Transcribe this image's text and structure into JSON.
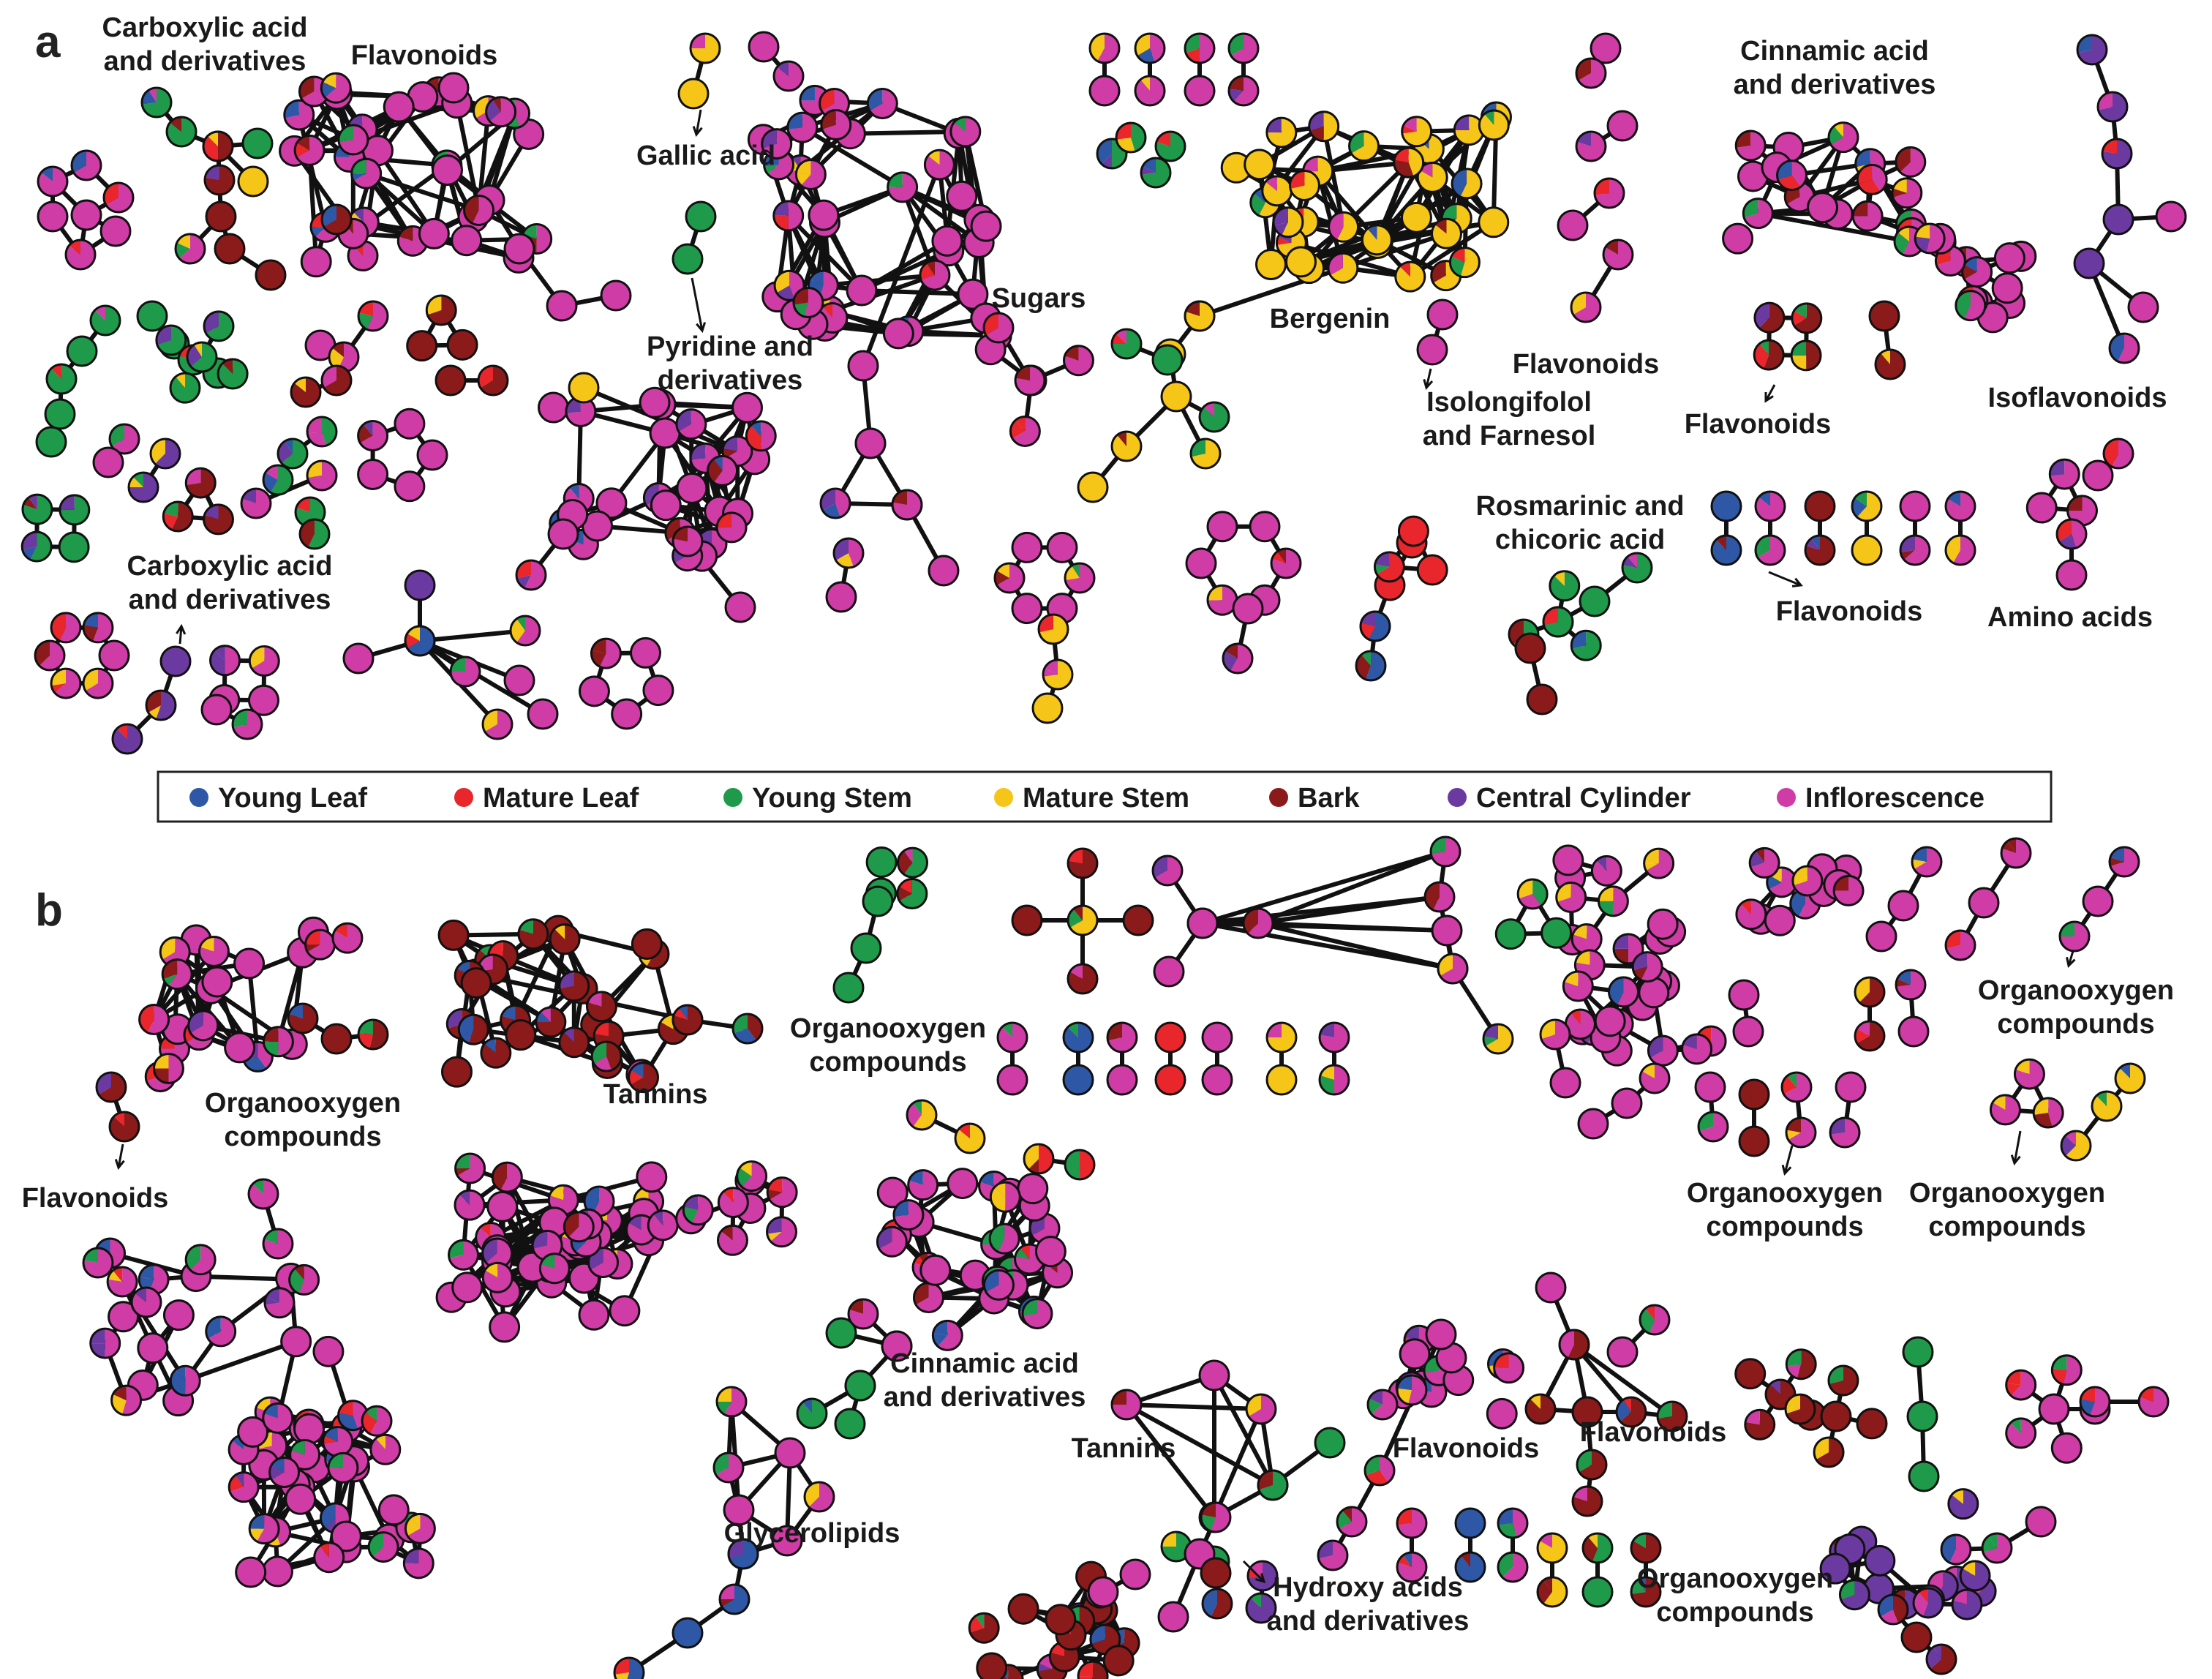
{
  "panels": [
    {
      "letter": "a"
    },
    {
      "letter": "b"
    }
  ],
  "legend": [
    {
      "label": "Young Leaf",
      "color": "#2e57a6"
    },
    {
      "label": "Mature Leaf",
      "color": "#e8262b"
    },
    {
      "label": "Young Stem",
      "color": "#1e9a4a"
    },
    {
      "label": "Mature Stem",
      "color": "#f5c518"
    },
    {
      "label": "Bark",
      "color": "#8b1a1a"
    },
    {
      "label": "Central Cylinder",
      "color": "#6b3aa0"
    },
    {
      "label": "Inflorescence",
      "color": "#cf3ca5"
    }
  ],
  "labels_a": [
    {
      "lines": [
        "Carboxylic acid",
        "and derivatives"
      ]
    },
    {
      "lines": [
        "Flavonoids"
      ]
    },
    {
      "lines": [
        "Gallic acid"
      ]
    },
    {
      "lines": [
        "Pyridine and",
        "derivatives"
      ]
    },
    {
      "lines": [
        "Sugars"
      ]
    },
    {
      "lines": [
        "Bergenin"
      ]
    },
    {
      "lines": [
        "Cinnamic acid",
        "and derivatives"
      ]
    },
    {
      "lines": [
        "Flavonoids"
      ]
    },
    {
      "lines": [
        "Isolongifolol",
        "and Farnesol"
      ]
    },
    {
      "lines": [
        "Flavonoids"
      ]
    },
    {
      "lines": [
        "Isoflavonoids"
      ]
    },
    {
      "lines": [
        "Rosmarinic and",
        "chicoric acid"
      ]
    },
    {
      "lines": [
        "Flavonoids"
      ]
    },
    {
      "lines": [
        "Amino acids"
      ]
    },
    {
      "lines": [
        "Carboxylic acid",
        "and derivatives"
      ]
    }
  ],
  "labels_b": [
    {
      "lines": [
        "Organooxygen",
        "compounds"
      ]
    },
    {
      "lines": [
        "Tannins"
      ]
    },
    {
      "lines": [
        "Organooxygen",
        "compounds"
      ]
    },
    {
      "lines": [
        "Flavonoids"
      ]
    },
    {
      "lines": [
        "Organooxygen",
        "compounds"
      ]
    },
    {
      "lines": [
        "Cinnamic acid",
        "and derivatives"
      ]
    },
    {
      "lines": [
        "Tannins"
      ]
    },
    {
      "lines": [
        "Flavonoids"
      ]
    },
    {
      "lines": [
        "Flavonoids"
      ]
    },
    {
      "lines": [
        "Organooxygen",
        "compounds"
      ]
    },
    {
      "lines": [
        "Organooxygen",
        "compounds"
      ]
    },
    {
      "lines": [
        "Glycerolipids"
      ]
    },
    {
      "lines": [
        "Hydroxy acids",
        "and derivatives"
      ]
    },
    {
      "lines": [
        "Organooxygen",
        "compounds"
      ]
    }
  ]
}
